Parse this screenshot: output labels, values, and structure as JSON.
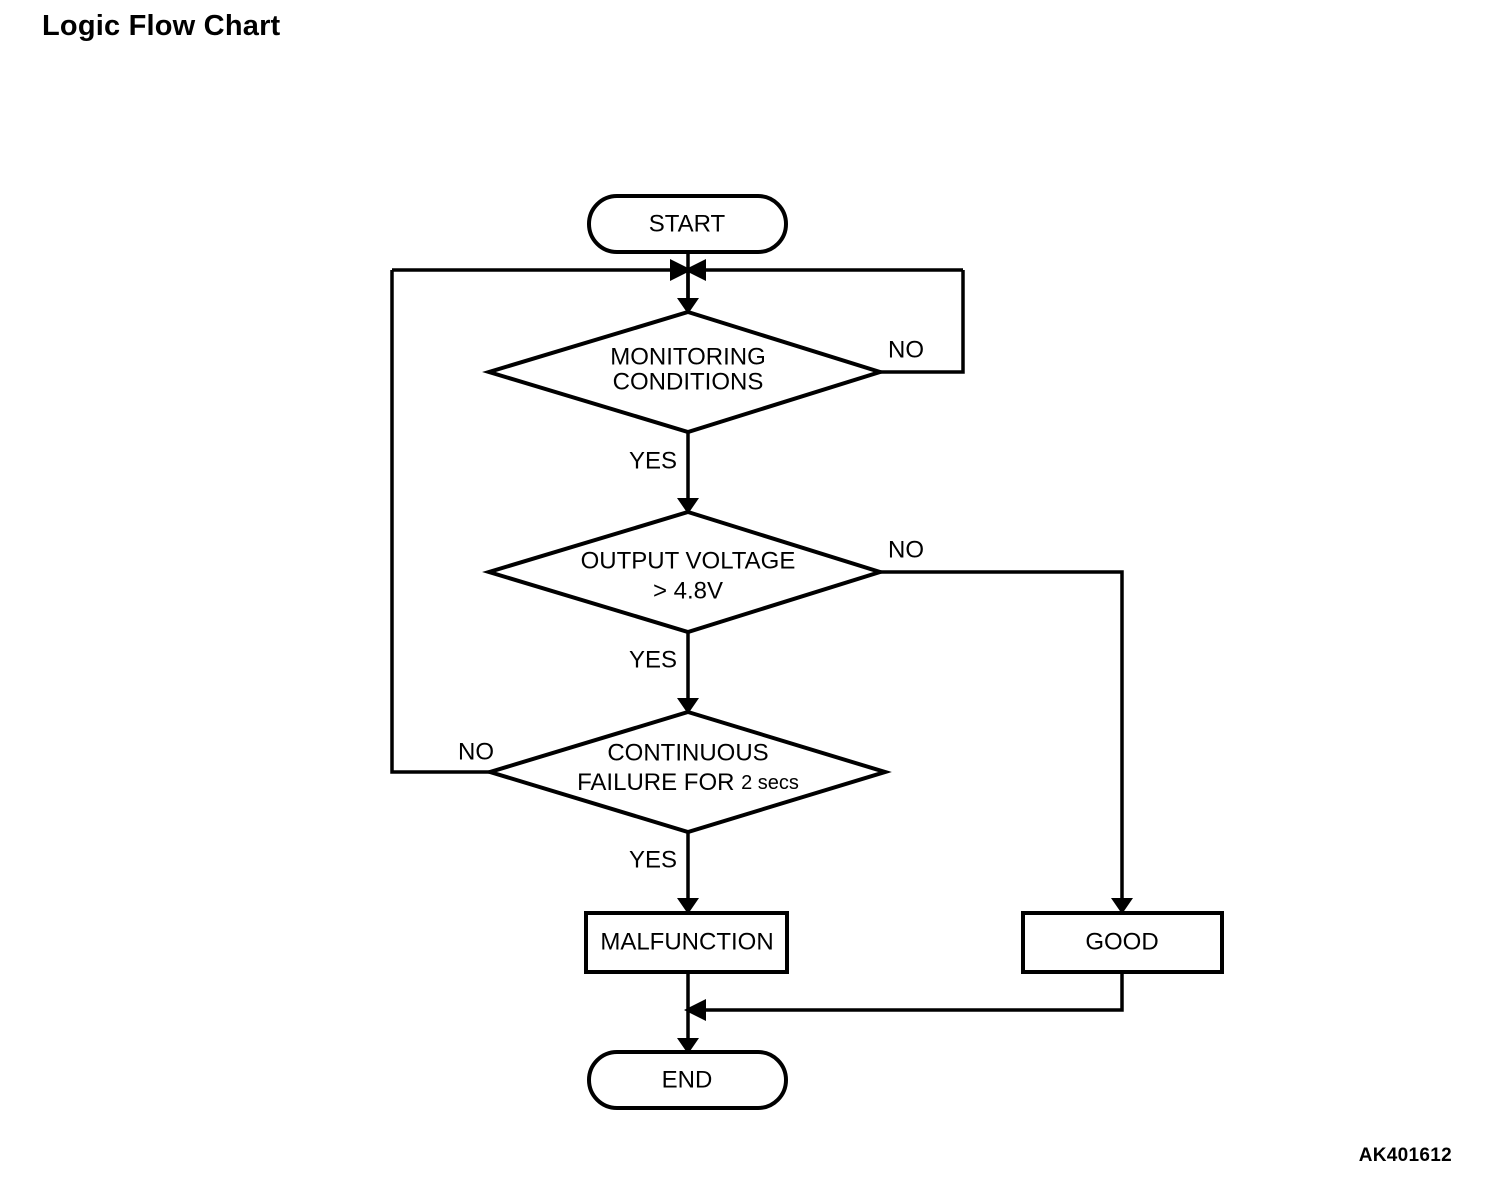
{
  "page": {
    "title": "Logic Flow Chart",
    "reference_code": "AK401612",
    "background_color": "#ffffff",
    "line_color": "#000000"
  },
  "chart_data": {
    "type": "flowchart",
    "title": "Logic Flow Chart",
    "orientation": "top-to-bottom",
    "nodes": [
      {
        "id": "start",
        "shape": "terminator",
        "label": "START"
      },
      {
        "id": "monitoring",
        "shape": "decision",
        "label": "MONITORING CONDITIONS",
        "line1": "MONITORING",
        "line2": "CONDITIONS"
      },
      {
        "id": "voltage",
        "shape": "decision",
        "label": "OUTPUT VOLTAGE > 4.8V",
        "line1": "OUTPUT VOLTAGE",
        "line2": "> 4.8V"
      },
      {
        "id": "continuous",
        "shape": "decision",
        "label": "CONTINUOUS FAILURE FOR 2 secs",
        "line1": "CONTINUOUS",
        "line2a": "FAILURE FOR ",
        "line2b": "2 secs"
      },
      {
        "id": "malfunction",
        "shape": "process",
        "label": "MALFUNCTION"
      },
      {
        "id": "good",
        "shape": "process",
        "label": "GOOD"
      },
      {
        "id": "end",
        "shape": "terminator",
        "label": "END"
      }
    ],
    "edges": [
      {
        "from": "start",
        "to": "monitoring",
        "label": ""
      },
      {
        "from": "monitoring",
        "to": "voltage",
        "label": "YES"
      },
      {
        "from": "monitoring",
        "to": "monitoring",
        "label": "NO",
        "route": "right-loop-back-to-top"
      },
      {
        "from": "voltage",
        "to": "continuous",
        "label": "YES"
      },
      {
        "from": "voltage",
        "to": "good",
        "label": "NO",
        "route": "right-then-down"
      },
      {
        "from": "continuous",
        "to": "malfunction",
        "label": "YES"
      },
      {
        "from": "continuous",
        "to": "monitoring",
        "label": "NO",
        "route": "left-then-up-to-top"
      },
      {
        "from": "malfunction",
        "to": "end",
        "label": ""
      },
      {
        "from": "good",
        "to": "end",
        "label": "",
        "route": "down-then-left-merge"
      }
    ]
  }
}
